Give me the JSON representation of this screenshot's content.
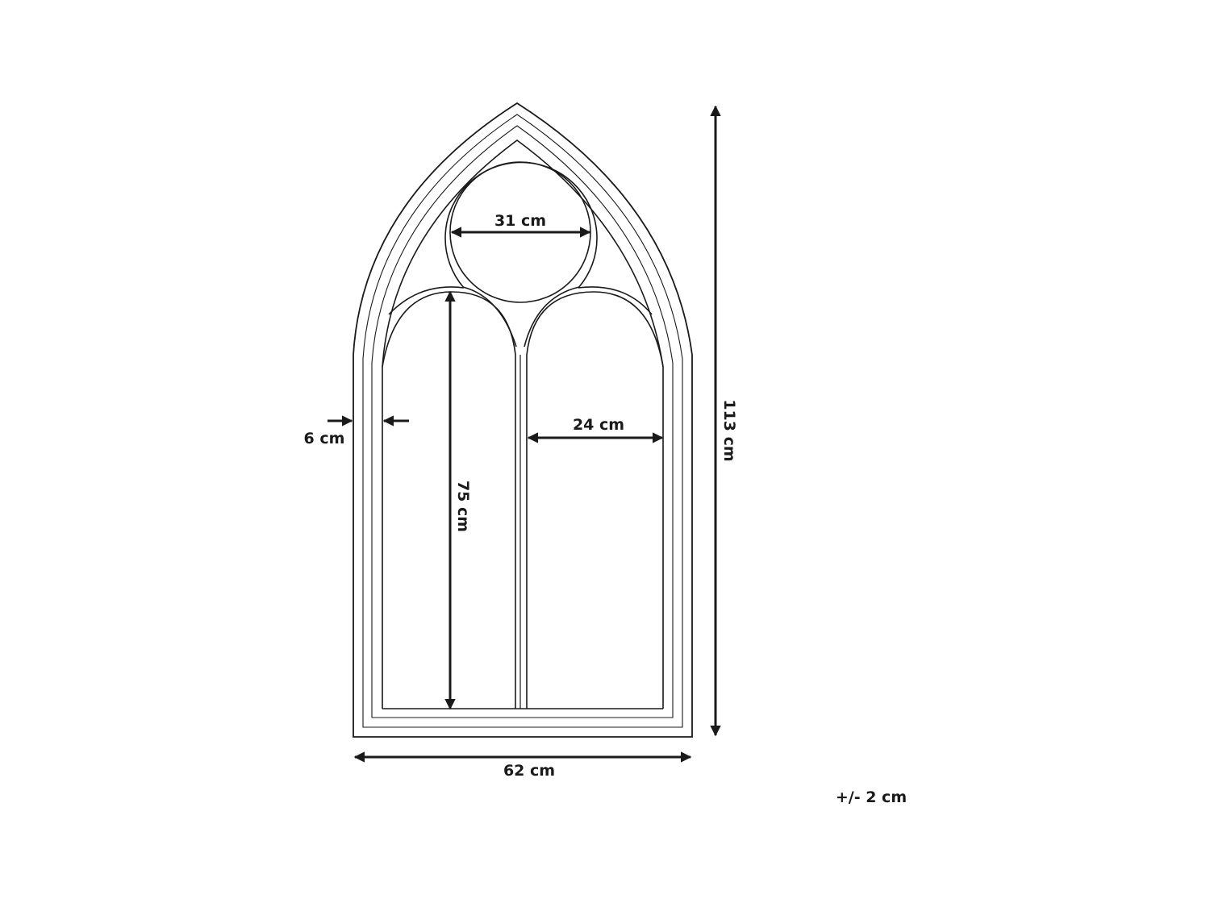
{
  "diagram": {
    "subject": "Gothic arch window mirror",
    "dimensions": {
      "circle_width": "31 cm",
      "arch_height": "75 cm",
      "panel_width": "24 cm",
      "frame_width": "6 cm",
      "total_height": "113 cm",
      "total_width": "62 cm"
    },
    "tolerance": "+/- 2 cm",
    "colors": {
      "line": "#1a1a1a",
      "background": "#ffffff"
    }
  }
}
